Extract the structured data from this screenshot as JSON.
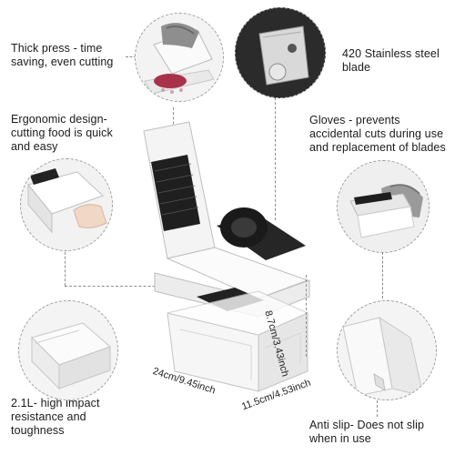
{
  "features": {
    "thick_press": "Thick press - time saving, even cutting",
    "blade": "420 Stainless steel blade",
    "ergonomic": "Ergonomic design-cutting food is quick and easy",
    "gloves": "Gloves - prevents accidental cuts during use and replacement of blades",
    "capacity": "2.1L- high impact resistance and toughness",
    "anti_slip": "Anti slip- Does not slip when in use"
  },
  "dimensions": {
    "height": "8.7cm/3.43inch",
    "length": "24cm/9.45inch",
    "width": "11.5cm/4.53inch"
  },
  "colors": {
    "plastic_white": "#f2f2f2",
    "blade_black": "#1f1f1f",
    "accent_red": "#a8324a"
  },
  "icons": [
    "press-thumbnail",
    "blade-thumbnail",
    "hand-thumbnail",
    "glove-thumbnail",
    "container-thumbnail",
    "base-thumbnail"
  ]
}
